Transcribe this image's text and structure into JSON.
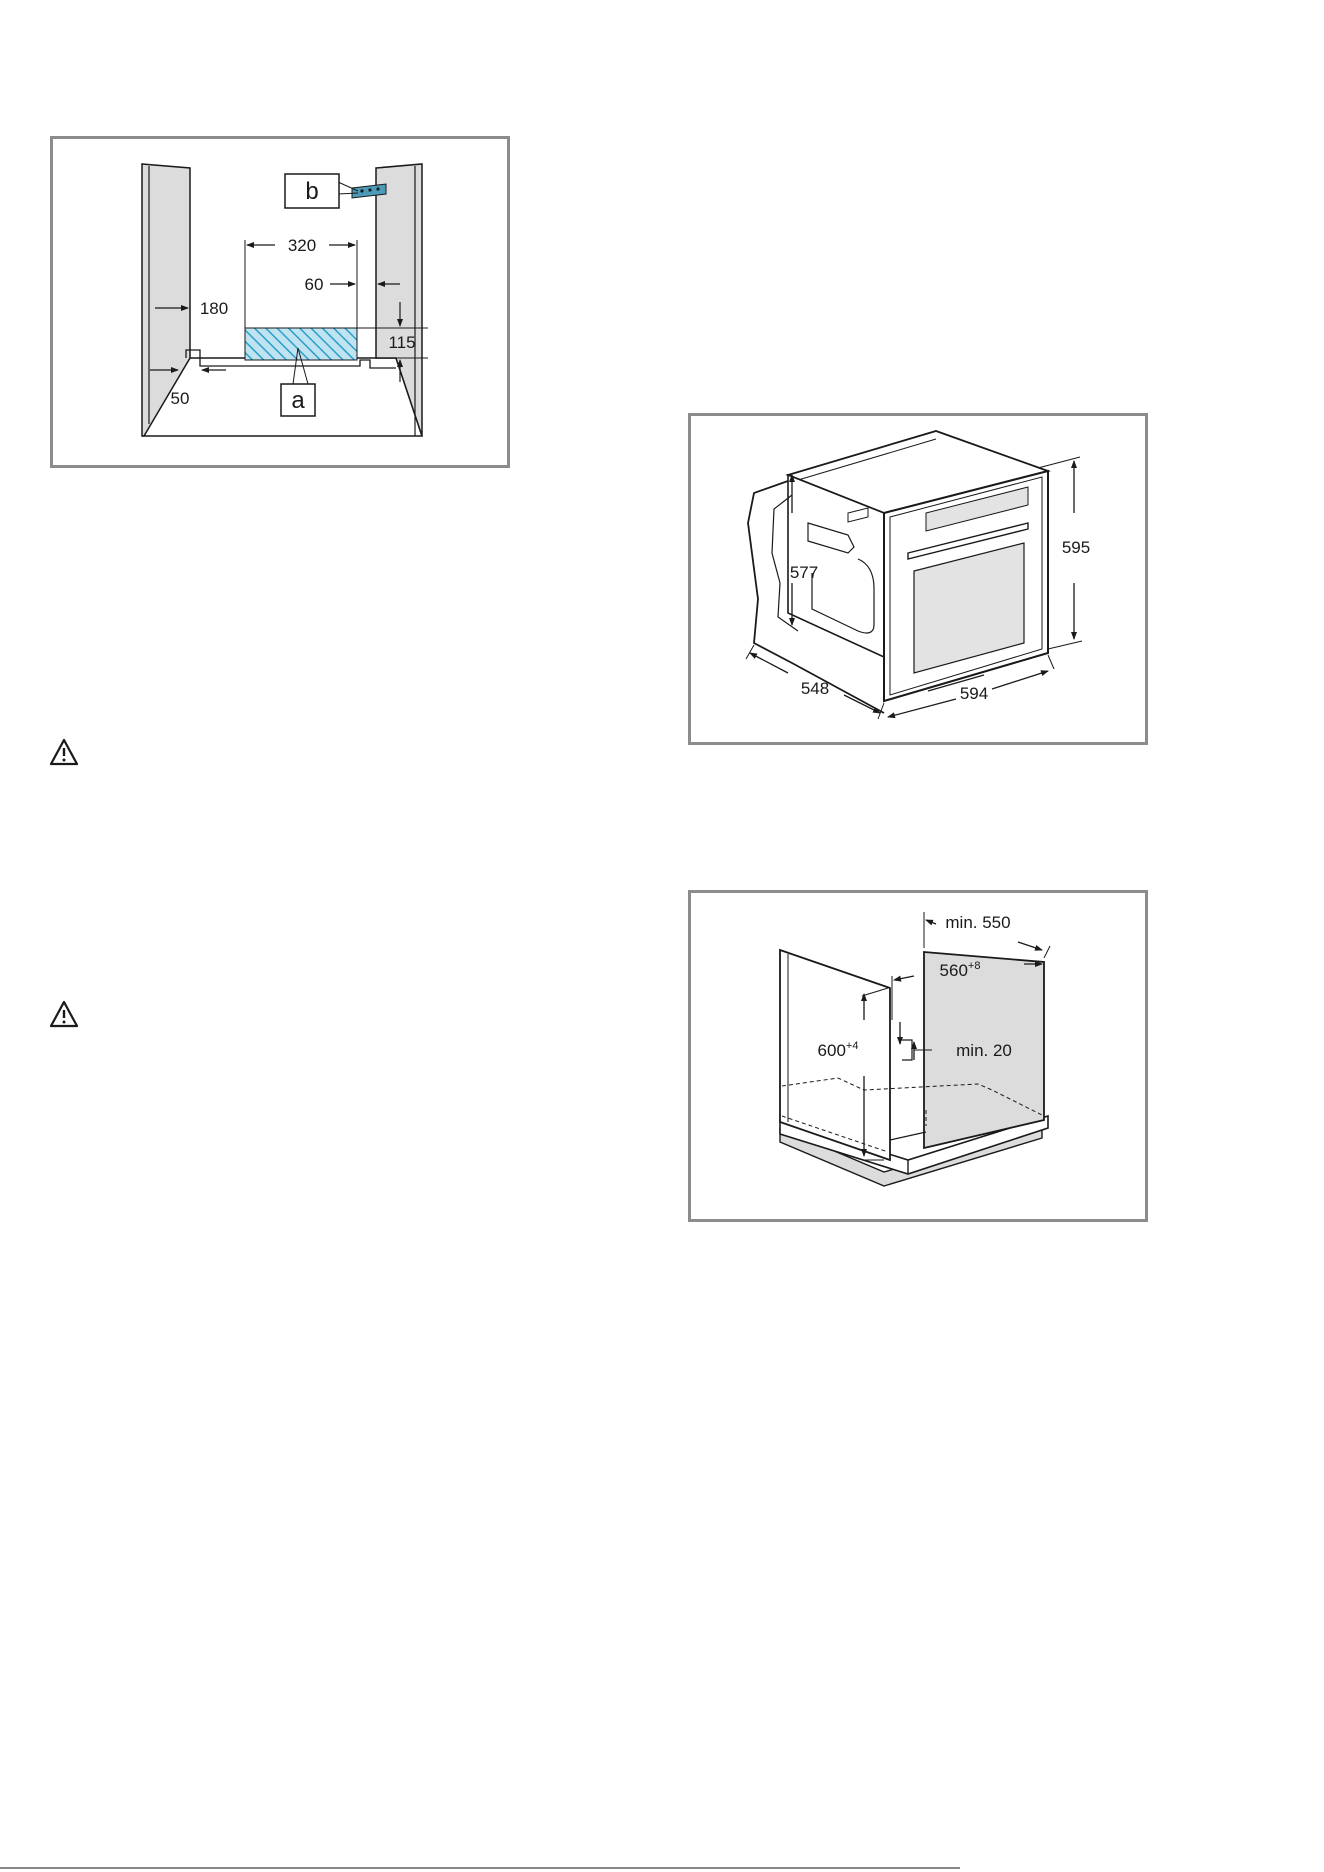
{
  "colors": {
    "frame": "#8c8c8c",
    "panel": "#dcdcdc",
    "hatch": "#2aa0c8",
    "clip": "#4a9ab8",
    "line": "#1a1a1a",
    "glass": "#e3e3e3"
  },
  "icons": {
    "warning_1": "warning-triangle-icon",
    "warning_2": "warning-triangle-icon"
  },
  "figure1": {
    "dim_320": "320",
    "dim_60": "60",
    "dim_180": "180",
    "dim_115": "115",
    "dim_50": "50",
    "label_a": "a",
    "label_b": "b"
  },
  "figure2": {
    "dim_595": "595",
    "dim_577": "577",
    "dim_548": "548",
    "dim_594": "594"
  },
  "figure3": {
    "dim_min550": "min. 550",
    "dim_560": "560",
    "dim_560_sup": "+8",
    "dim_600": "600",
    "dim_600_sup": "+4",
    "dim_min20": "min. 20"
  }
}
